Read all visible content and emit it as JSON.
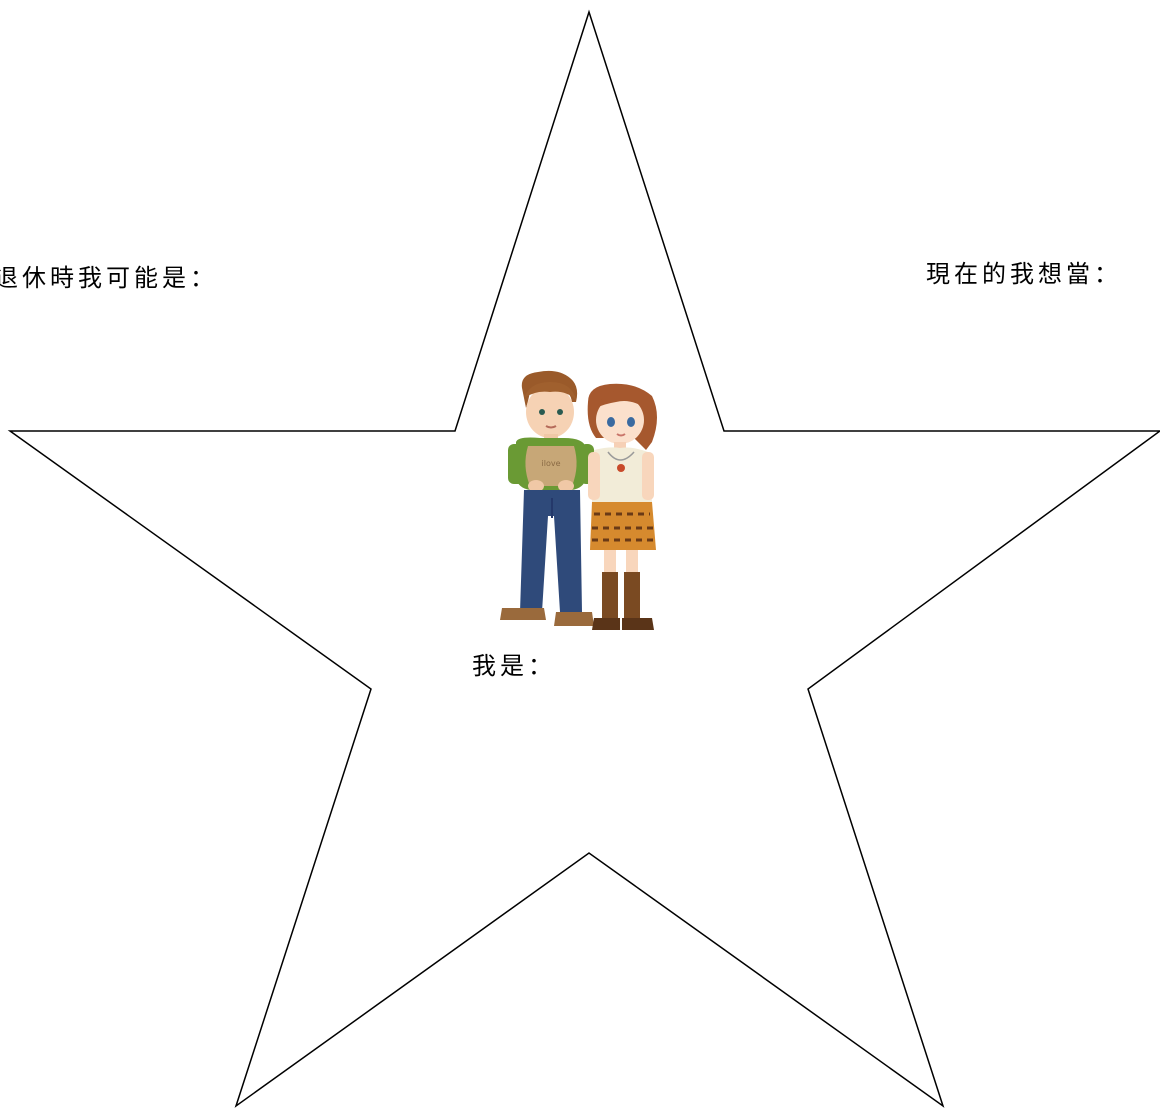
{
  "labels": {
    "retire": "退休時我可能是：",
    "now": "現在的我想當：",
    "i_am": "我是："
  },
  "colors": {
    "outline": "#000000",
    "background": "#ffffff"
  },
  "clipart": {
    "icon": "couple-clipart-icon"
  }
}
